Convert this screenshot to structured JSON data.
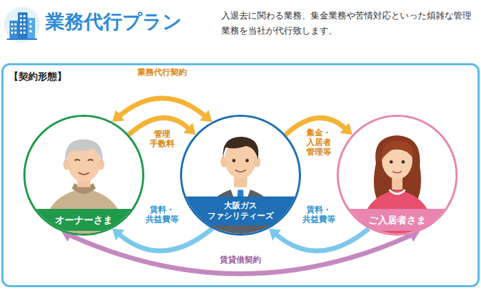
{
  "diagram": {
    "title": "業務代行プラン",
    "nodes": [
      {
        "text": [
          "【契約形態】"
        ]
      },
      {
        "text": [
          "オーナーさま"
        ],
        "in": 0
      },
      {
        "text": [
          "大阪ガス ファシリティーズ"
        ],
        "in": 0
      },
      {
        "text": [
          "ご入居者さま"
        ],
        "in": 0
      }
    ],
    "edges": [
      {
        "from": 1,
        "to": 2,
        "arrow": "both",
        "label": "業務代行契約"
      },
      {
        "from": 1,
        "to": 2,
        "arrow": "to",
        "label": "管理 手数料"
      },
      {
        "from": 2,
        "to": 3,
        "arrow": "to",
        "label": "集金・ 入居者 管理等"
      },
      {
        "from": 2,
        "to": 1,
        "arrow": "to",
        "label": "賃料・ 共益費等"
      },
      {
        "from": 3,
        "to": 2,
        "arrow": "to",
        "label": "賃料・ 共益費等"
      },
      {
        "from": 1,
        "to": 3,
        "arrow": "both",
        "label": "賃貸借契約"
      }
    ],
    "labels": [
      "入退去に関わる業務、集金業務や苦情対応といった煩雑な管理業務を当社が代行致します。"
    ]
  }
}
